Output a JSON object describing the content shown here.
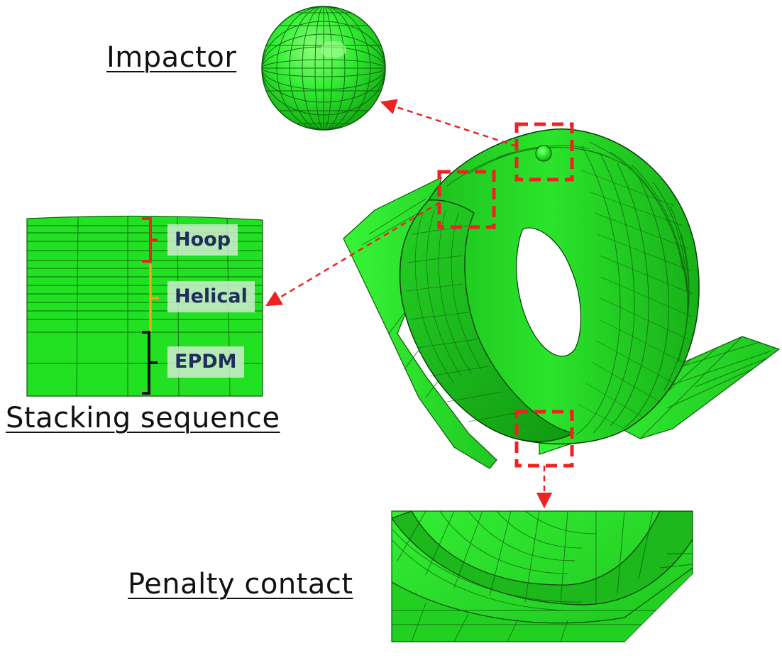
{
  "labels": {
    "impactor": "Impactor",
    "stacking_sequence": "Stacking sequence",
    "penalty_contact": "Penalty contact"
  },
  "layers": {
    "hoop": "Hoop",
    "helical": "Helical",
    "epdm": "EPDM"
  },
  "colors": {
    "mesh_green": "#22dd22",
    "mesh_line": "#0b4a0b",
    "highlight_box": "#ee2222",
    "hoop_bracket": "#ee2222",
    "helical_bracket": "#f2a516",
    "epdm_bracket": "#111111",
    "layer_text": "#1f2d5c"
  }
}
